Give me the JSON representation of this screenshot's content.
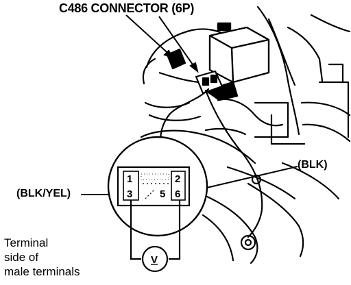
{
  "diagram": {
    "title": "C486 CONNECTOR (6P)",
    "wire_labels": {
      "right": "(BLK)",
      "left": "(BLK/YEL)"
    },
    "pins": [
      "1",
      "2",
      "3",
      "5",
      "6"
    ],
    "meter_label": "V",
    "caption": [
      "Terminal",
      "side of",
      "male terminals"
    ],
    "colors": {
      "ink": "#000000",
      "paper": "#ffffff"
    }
  }
}
